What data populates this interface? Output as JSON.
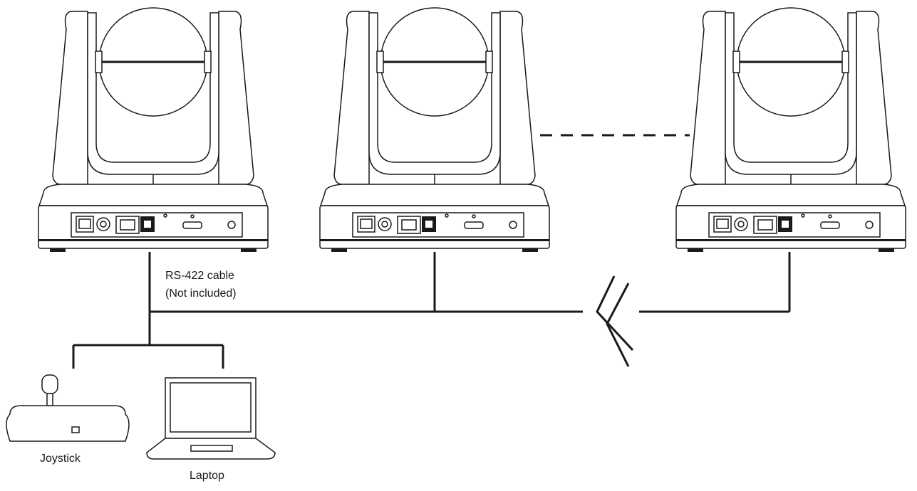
{
  "labels": {
    "cable_line1": "RS-422 cable",
    "cable_line2": "(Not included)",
    "joystick": "Joystick",
    "laptop": "Laptop"
  },
  "devices": [
    {
      "name": "ptz-camera",
      "count": 3
    },
    {
      "name": "joystick-controller",
      "count": 1
    },
    {
      "name": "laptop",
      "count": 1
    }
  ],
  "colors": {
    "line": "#1a1a1a",
    "background": "#ffffff"
  }
}
